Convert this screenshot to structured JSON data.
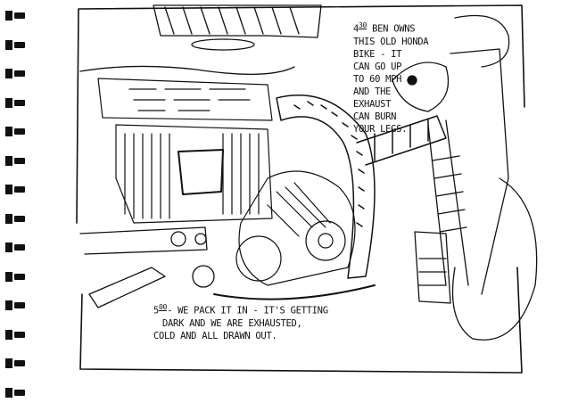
{
  "notes": {
    "first": {
      "time": "4",
      "time_sup": "30",
      "lines": [
        "Ben owns",
        "this old Honda",
        "bike - it",
        "can go up",
        "to 60 mph",
        "and the",
        "exhaust",
        "can burn",
        "your legs."
      ]
    },
    "second": {
      "time": "5",
      "time_sup": "00",
      "lines": [
        "- We pack it in - it's getting",
        "dark and we are exhausted,",
        "cold and all drawn out."
      ]
    }
  }
}
